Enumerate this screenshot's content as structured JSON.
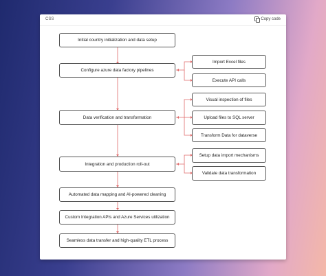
{
  "header": {
    "language_label": "CSS",
    "copy_label": "Copy code",
    "copy_icon": "copy-icon"
  },
  "flow": {
    "main": [
      "Initial country initialization and data setup",
      "Configure azure data factory pipelines",
      "Data verification and transformation",
      "Integration and production roll-out",
      "Automated data mapping and AI-powered cleaning",
      "Custom Integration APIs and Azure Services utilization",
      "Seamless data transfer and high-quality ETL process"
    ],
    "branches": [
      [
        "Import Excel files",
        "Execute API calls"
      ],
      [
        "Visual inspection of files",
        "Upload files to SQL server",
        "Transform Data for dataverse"
      ],
      [
        "Setup data import mechanisms",
        "Validate data transformation"
      ]
    ]
  },
  "colors": {
    "connector": "#e06a6a",
    "node_border": "#555555"
  }
}
